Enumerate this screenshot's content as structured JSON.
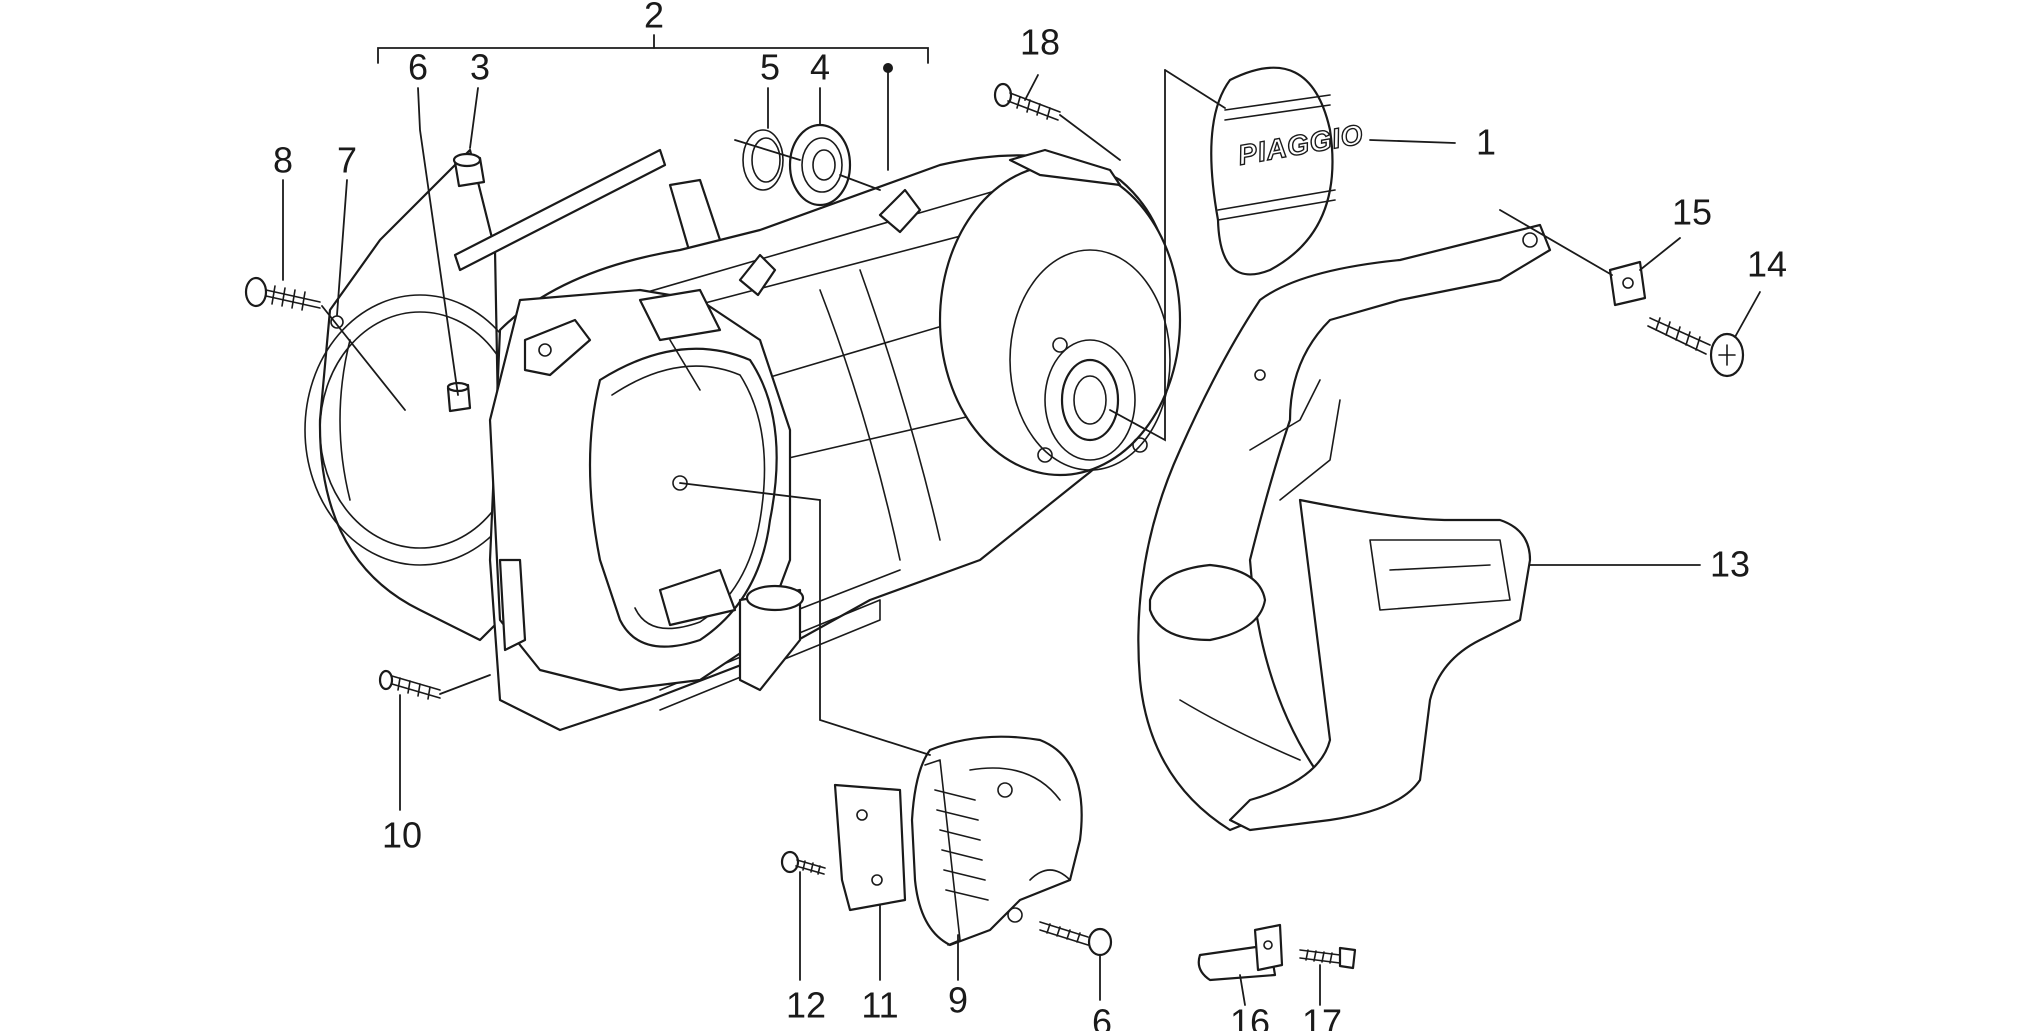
{
  "brand_text": "PIAGGIO",
  "callouts": {
    "c1": "1",
    "c2": "2",
    "c3": "3",
    "c4": "4",
    "c5": "5",
    "c6a": "6",
    "c6b": "6",
    "c7": "7",
    "c8": "8",
    "c9": "9",
    "c10": "10",
    "c11": "11",
    "c12": "12",
    "c13": "13",
    "c14": "14",
    "c15": "15",
    "c16": "16",
    "c17": "17",
    "c18": "18"
  }
}
